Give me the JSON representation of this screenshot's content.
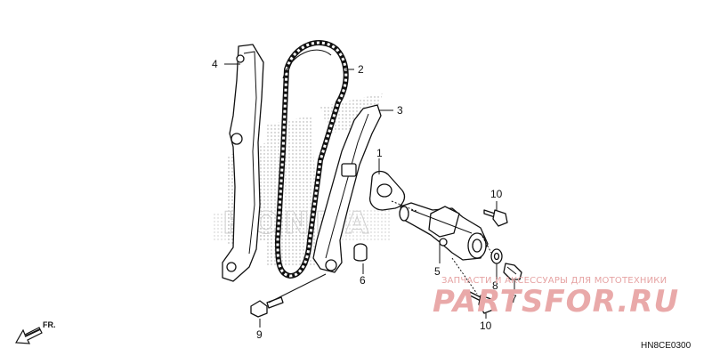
{
  "callouts": {
    "c1": "1",
    "c2": "2",
    "c3": "3",
    "c4": "4",
    "c5": "5",
    "c6": "6",
    "c7": "7",
    "c8": "8",
    "c9": "9",
    "c10a": "10",
    "c10b": "10"
  },
  "direction_label": "FR.",
  "drawing_code": "HN8CE0300",
  "watermark": {
    "tagline": "ЗАПЧАСТИ И АКСЕССУАРЫ ДЛЯ МОТОТЕХНИКИ",
    "logo": "PARTSFOR.RU"
  },
  "colors": {
    "lines": "#111111",
    "watermark": "#e9a9a9",
    "background": "#ffffff"
  }
}
